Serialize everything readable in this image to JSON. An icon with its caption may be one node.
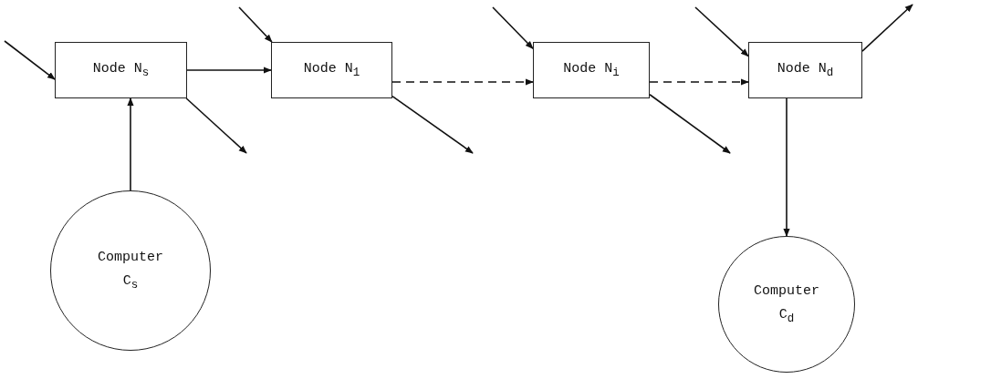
{
  "diagram": {
    "nodes": [
      {
        "text": [
          "Node N$_{s}$"
        ]
      },
      {
        "text": [
          "Node N$_{1}$"
        ]
      },
      {
        "text": [
          "Node N$_{i}$"
        ]
      },
      {
        "text": [
          "Node N$_{d}$"
        ]
      },
      {
        "text": [
          "Computer C$_{s}$"
        ]
      },
      {
        "text": [
          "Computer C$_{d}$"
        ]
      }
    ],
    "edges": [
      {
        "from": null,
        "to": 0,
        "arrow": "to"
      },
      {
        "from": 0,
        "to": null,
        "arrow": "to"
      },
      {
        "from": 4,
        "to": 0,
        "arrow": "to"
      },
      {
        "from": 0,
        "to": 1,
        "arrow": "to"
      },
      {
        "from": null,
        "to": 1,
        "arrow": "to"
      },
      {
        "from": 1,
        "to": null,
        "arrow": "to"
      },
      {
        "from": 1,
        "to": 2,
        "arrow": "to",
        "style": "dashed"
      },
      {
        "from": null,
        "to": 2,
        "arrow": "to"
      },
      {
        "from": 2,
        "to": null,
        "arrow": "to"
      },
      {
        "from": 2,
        "to": 3,
        "arrow": "to",
        "style": "dashed"
      },
      {
        "from": null,
        "to": 3,
        "arrow": "to"
      },
      {
        "from": 3,
        "to": null,
        "arrow": "to"
      },
      {
        "from": 3,
        "to": 5,
        "arrow": "to"
      }
    ]
  }
}
